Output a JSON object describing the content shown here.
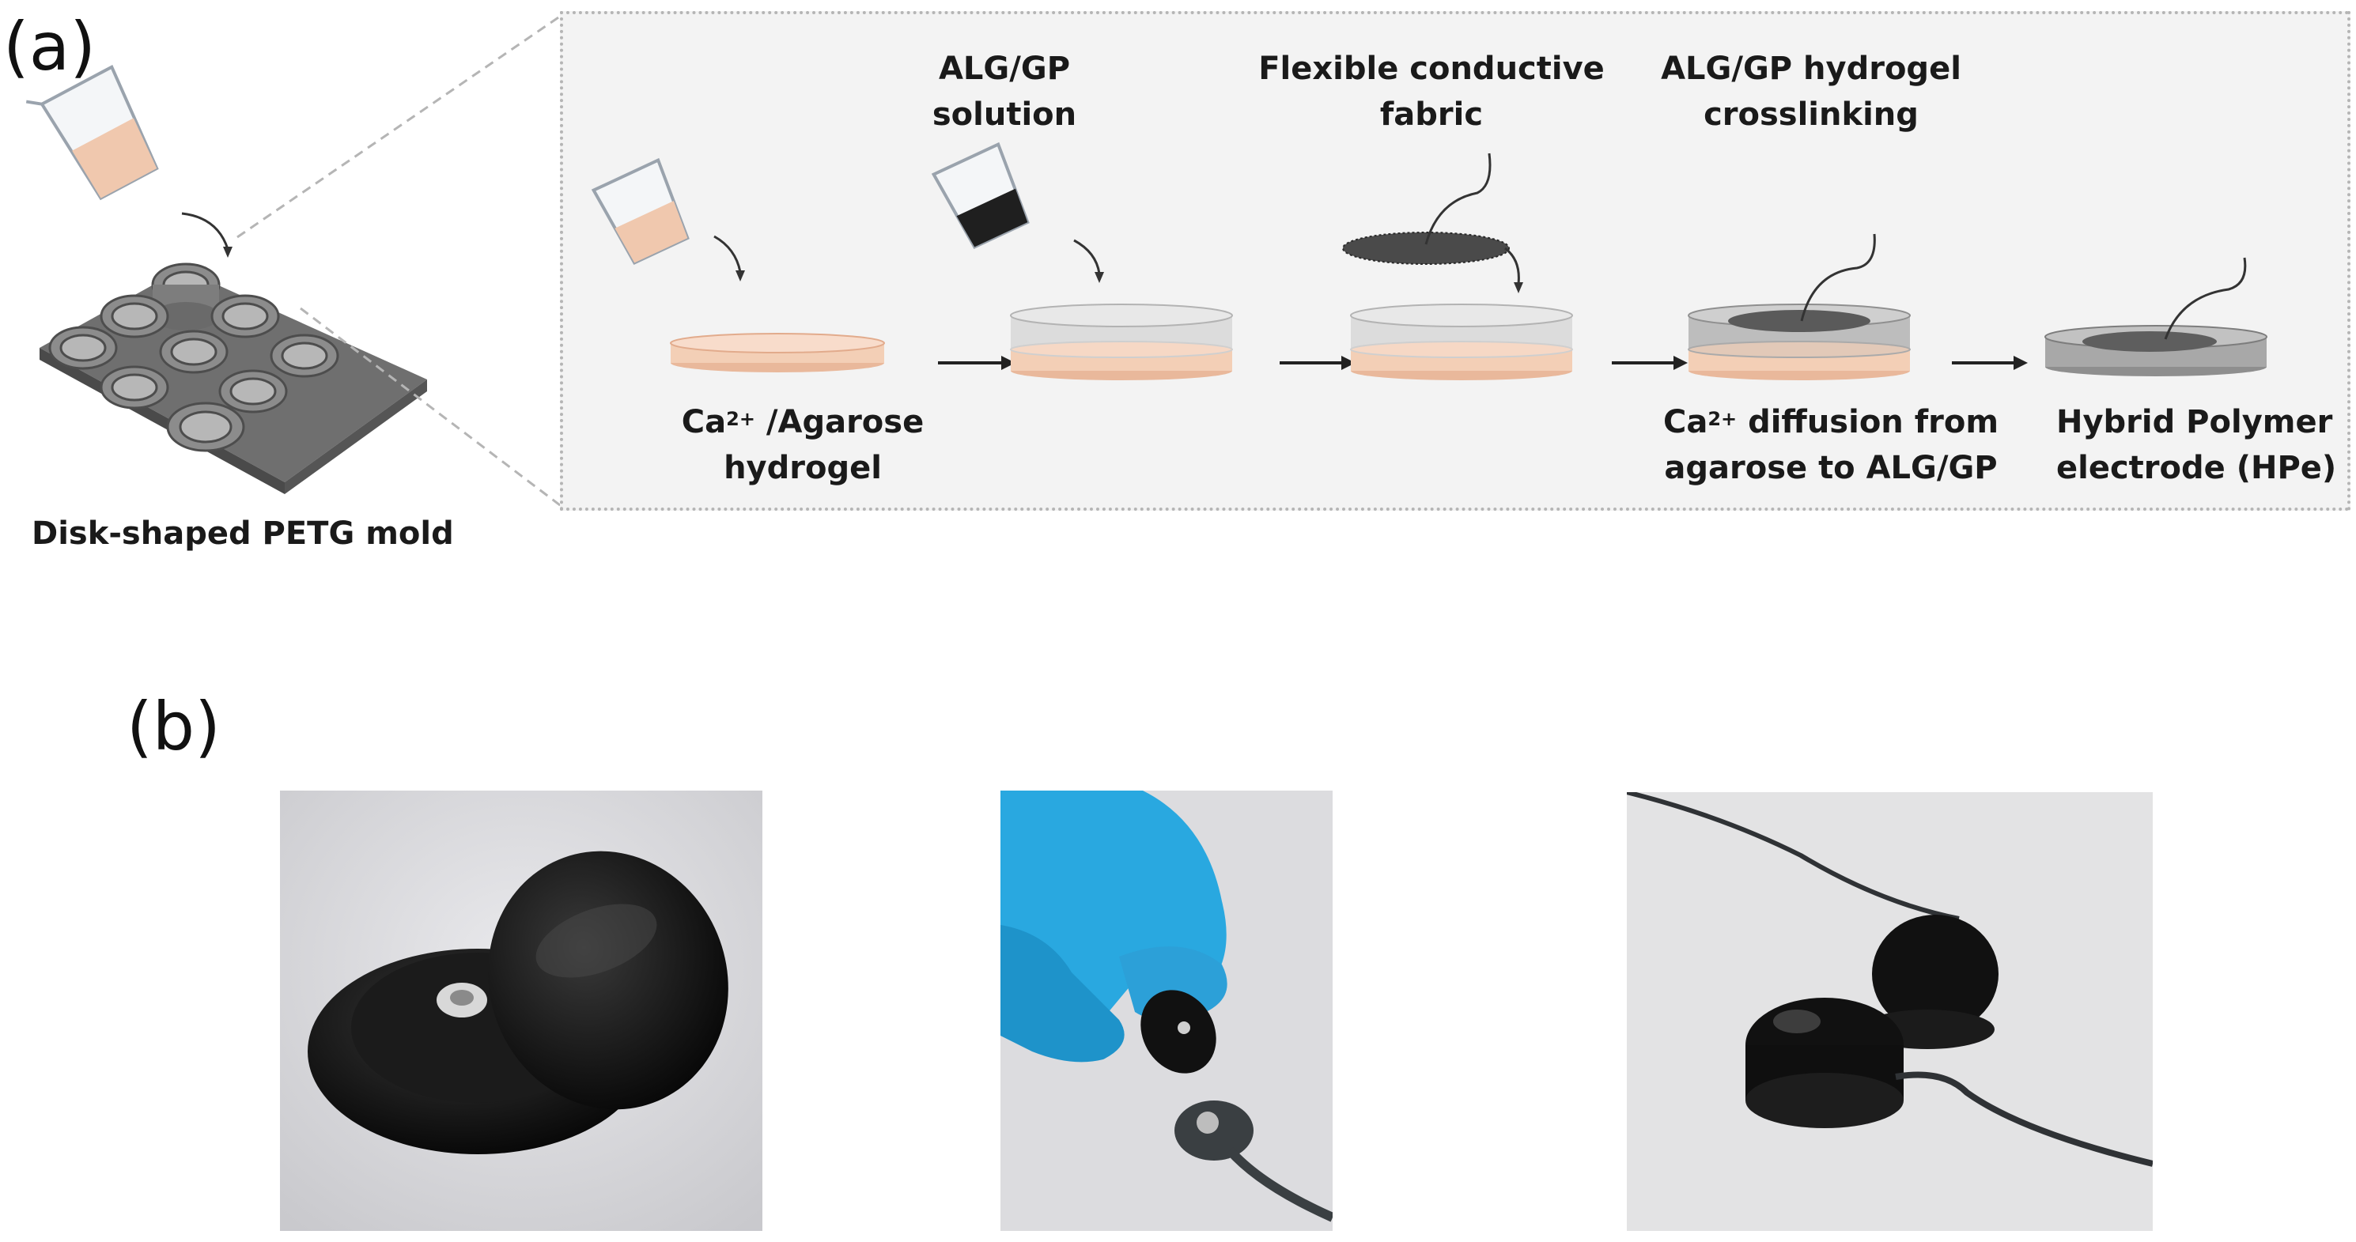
{
  "panel_a": {
    "label": "(a)",
    "mold_caption": "Disk-shaped PETG mold",
    "steps": {
      "step1_caption_prefix": "Ca",
      "step1_caption_sup": "2+",
      "step1_caption_rest": " /Agarose",
      "step1_caption_line2": "hydrogel",
      "step2_line1": "ALG/GP",
      "step2_line2": "solution",
      "step3_line1": "Flexible conductive",
      "step3_line2": "fabric",
      "step4_top_line1": "ALG/GP hydrogel",
      "step4_top_line2": "crosslinking",
      "step4_bottom_prefix": "Ca",
      "step4_bottom_sup": "2+",
      "step4_bottom_rest": " diffusion from",
      "step4_bottom_line2": "agarose to ALG/GP",
      "step5_line1": "Hybrid Polymer",
      "step5_line2": "electrode (HPe)"
    }
  },
  "panel_b": {
    "label": "(b)",
    "photos": [
      "electrode-pair-photo",
      "gloved-hand-snap-connector-photo",
      "electrodes-with-cable-photo"
    ]
  },
  "colors": {
    "agarose": "#f3cfb6",
    "alg_gp_layer": "#d9d9d9",
    "box_bg": "#f3f3f3",
    "box_border": "#b5b5b5",
    "mold": "#7a7a7a",
    "glove": "#29a8e0",
    "electrode": "#141414"
  }
}
